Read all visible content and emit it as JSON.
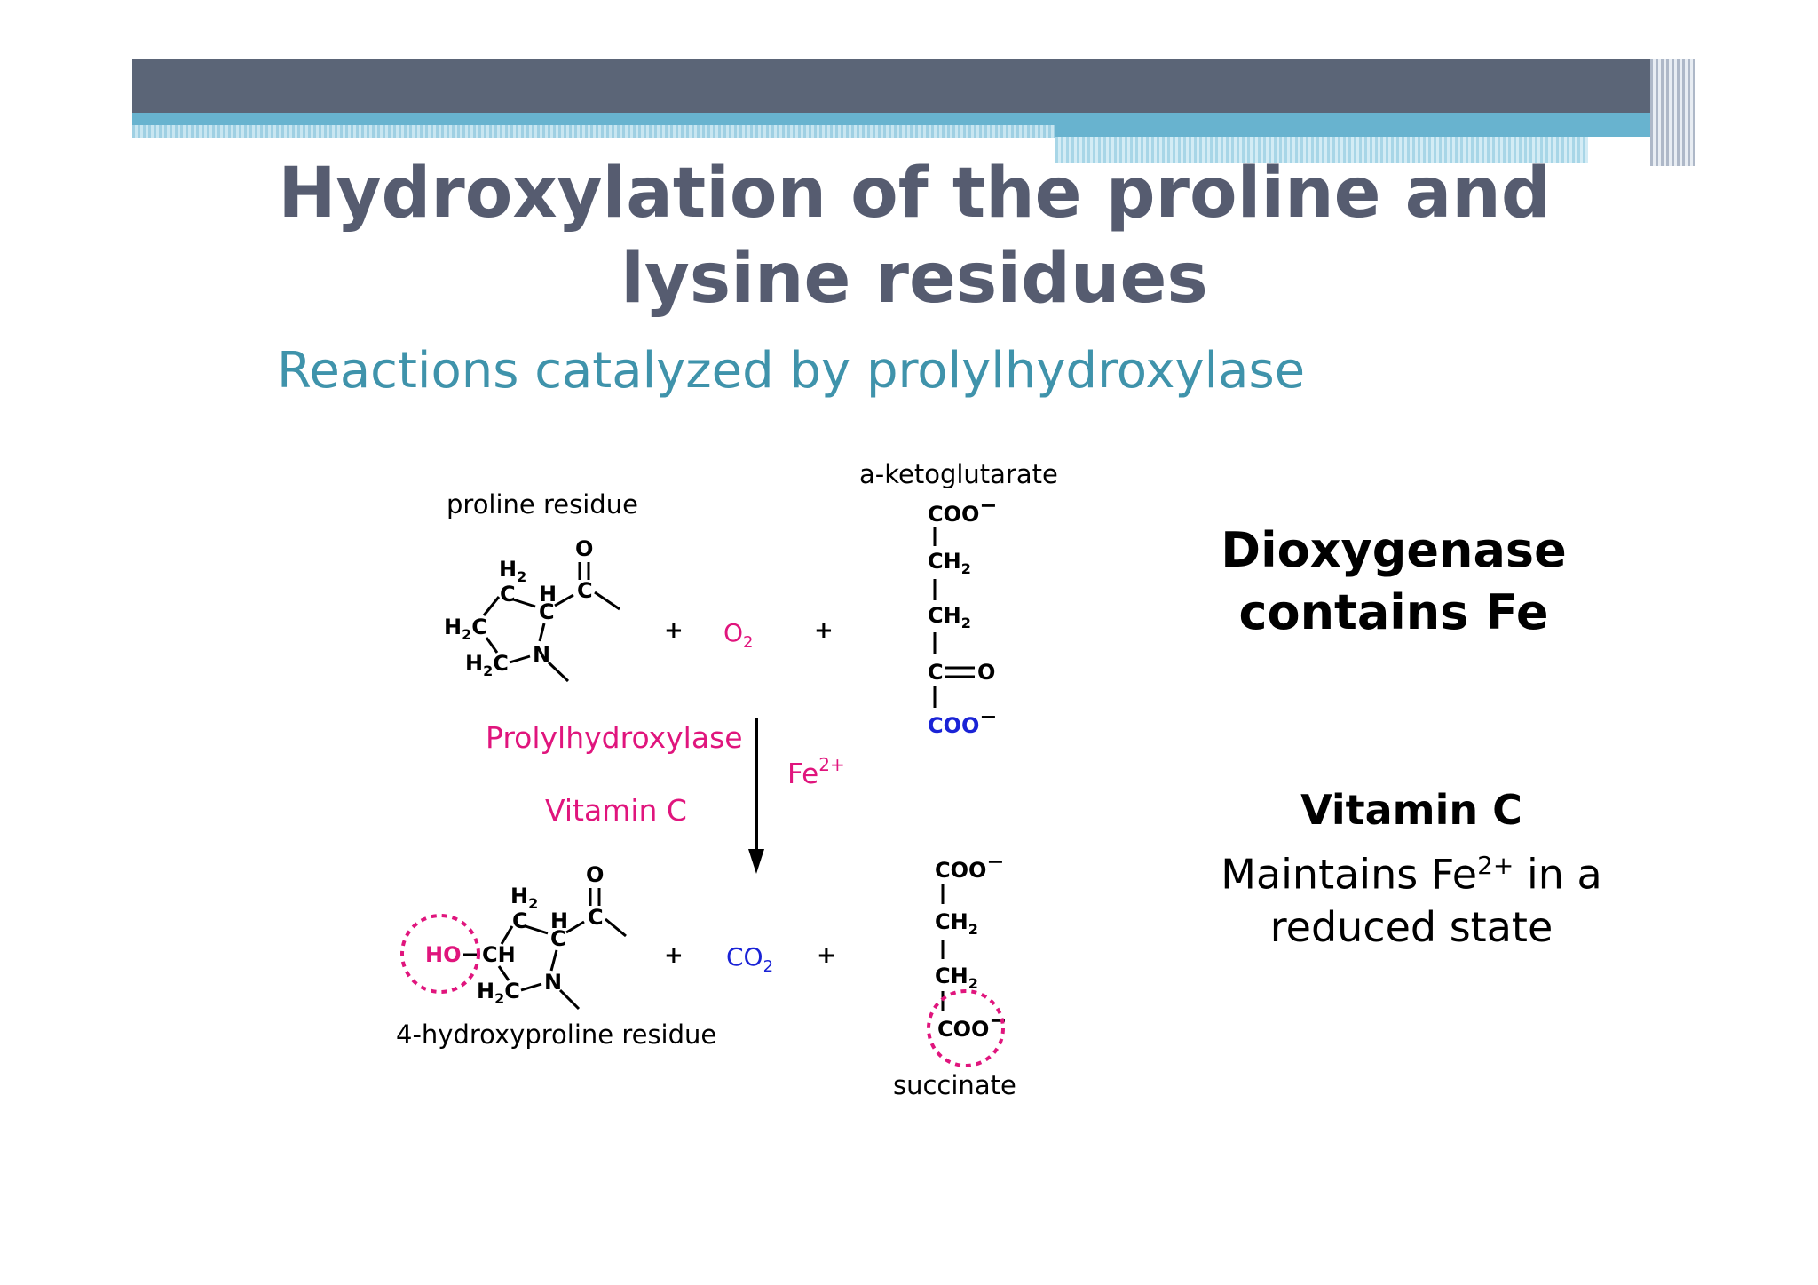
{
  "slide": {
    "title": "Hydroxylation of the proline and lysine residues",
    "subtitle": "Reactions catalyzed by prolylhydroxylase"
  },
  "diagram": {
    "proline_label": "proline residue",
    "akg_label": "a-ketoglutarate",
    "product_label": "4-hydroxyproline residue",
    "succinate_label": "succinate",
    "enzyme": "Prolylhydroxylase",
    "cofactor": "Vitamin C",
    "metal": "Fe",
    "metal_charge": "2+",
    "plus": "+",
    "o2": "O",
    "o2_sub": "2",
    "co2": "CO",
    "co2_sub": "2",
    "atoms": {
      "O": "O",
      "C": "C",
      "H": "H",
      "H2": "H",
      "sub2": "2",
      "N": "N",
      "HO": "HO",
      "CH": "CH",
      "COO": "COO",
      "minus": "−",
      "CH2": "CH",
      "C_eq_O": "C",
      "O_ketone": "O"
    },
    "colors": {
      "magenta": "#e0157d",
      "blue": "#1a23d6",
      "black": "#000000"
    }
  },
  "side": {
    "line1": "Dioxygenase",
    "line2": "contains Fe",
    "vitc": "Vitamin C",
    "maintains": "Maintains Fe",
    "charge": "2+",
    "maintains_tail": " in a",
    "reduced": "reduced state"
  }
}
